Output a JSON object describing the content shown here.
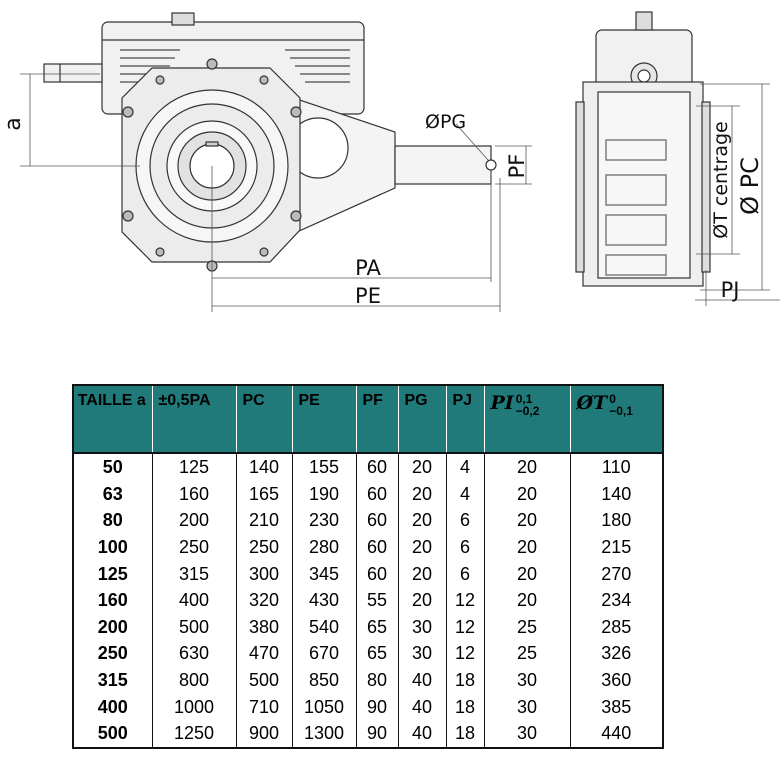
{
  "drawing": {
    "labels": {
      "a": "a",
      "pg": "ØPG",
      "pf": "PF",
      "pa": "PA",
      "pe": "PE",
      "t_centrage": "ØT centrage",
      "pc": "Ø PC",
      "pj": "PJ"
    }
  },
  "table": {
    "headers": [
      "TAILLE a",
      "±0,5PA",
      "PC",
      "PE",
      "PF",
      "PG",
      "PJ"
    ],
    "header_pi": {
      "symbol": "PI",
      "upper": "0,1",
      "lower": "−0,2"
    },
    "header_t": {
      "symbol": "ØT",
      "upper": "0",
      "lower": "−0,1"
    },
    "rows": [
      [
        "50",
        "125",
        "140",
        "155",
        "60",
        "20",
        "4",
        "20",
        "110"
      ],
      [
        "63",
        "160",
        "165",
        "190",
        "60",
        "20",
        "4",
        "20",
        "140"
      ],
      [
        "80",
        "200",
        "210",
        "230",
        "60",
        "20",
        "6",
        "20",
        "180"
      ],
      [
        "100",
        "250",
        "250",
        "280",
        "60",
        "20",
        "6",
        "20",
        "215"
      ],
      [
        "125",
        "315",
        "300",
        "345",
        "60",
        "20",
        "6",
        "20",
        "270"
      ],
      [
        "160",
        "400",
        "320",
        "430",
        "55",
        "20",
        "12",
        "20",
        "234"
      ],
      [
        "200",
        "500",
        "380",
        "540",
        "65",
        "30",
        "12",
        "25",
        "285"
      ],
      [
        "250",
        "630",
        "470",
        "670",
        "65",
        "30",
        "12",
        "25",
        "326"
      ],
      [
        "315",
        "800",
        "500",
        "850",
        "80",
        "40",
        "18",
        "30",
        "360"
      ],
      [
        "400",
        "1000",
        "710",
        "1050",
        "90",
        "40",
        "18",
        "30",
        "385"
      ],
      [
        "500",
        "1250",
        "900",
        "1300",
        "90",
        "40",
        "18",
        "30",
        "440"
      ]
    ]
  },
  "colors": {
    "header_bg": "#217a7a",
    "line": "#111111"
  }
}
